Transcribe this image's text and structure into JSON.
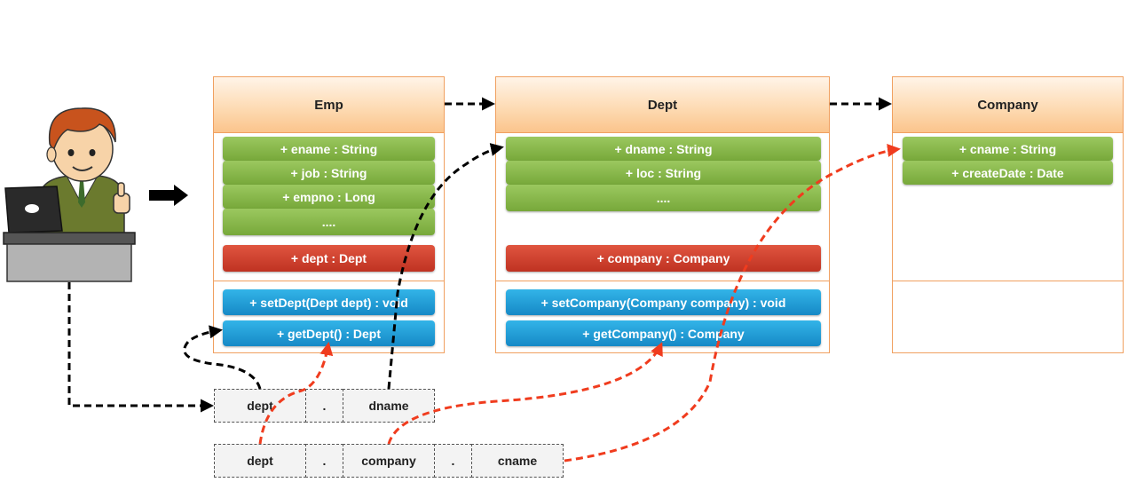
{
  "emp": {
    "name": "Emp",
    "attributes": [
      "+ ename : String",
      "+ job : String",
      "+ empno : Long",
      "...."
    ],
    "reference": "+ dept : Dept",
    "methods": [
      "+ setDept(Dept dept) : void",
      "+ getDept() : Dept"
    ]
  },
  "dept": {
    "name": "Dept",
    "attributes": [
      "+ dname : String",
      "+ loc : String",
      "...."
    ],
    "reference": "+ company : Company",
    "methods": [
      "+ setCompany(Company company) : void",
      "+ getCompany() : Company"
    ]
  },
  "company": {
    "name": "Company",
    "attributes": [
      "+ cname : String",
      "+ createDate : Date"
    ]
  },
  "expression1": [
    "dept",
    ".",
    "dname"
  ],
  "expression2": [
    "dept",
    ".",
    "company",
    ".",
    "cname"
  ],
  "colors": {
    "header": "#fdd9b0",
    "attribute": "#8ab84a",
    "reference": "#d0412d",
    "method": "#1f9fd8",
    "black_arrow": "#000000",
    "red_arrow": "#f03c1e"
  }
}
